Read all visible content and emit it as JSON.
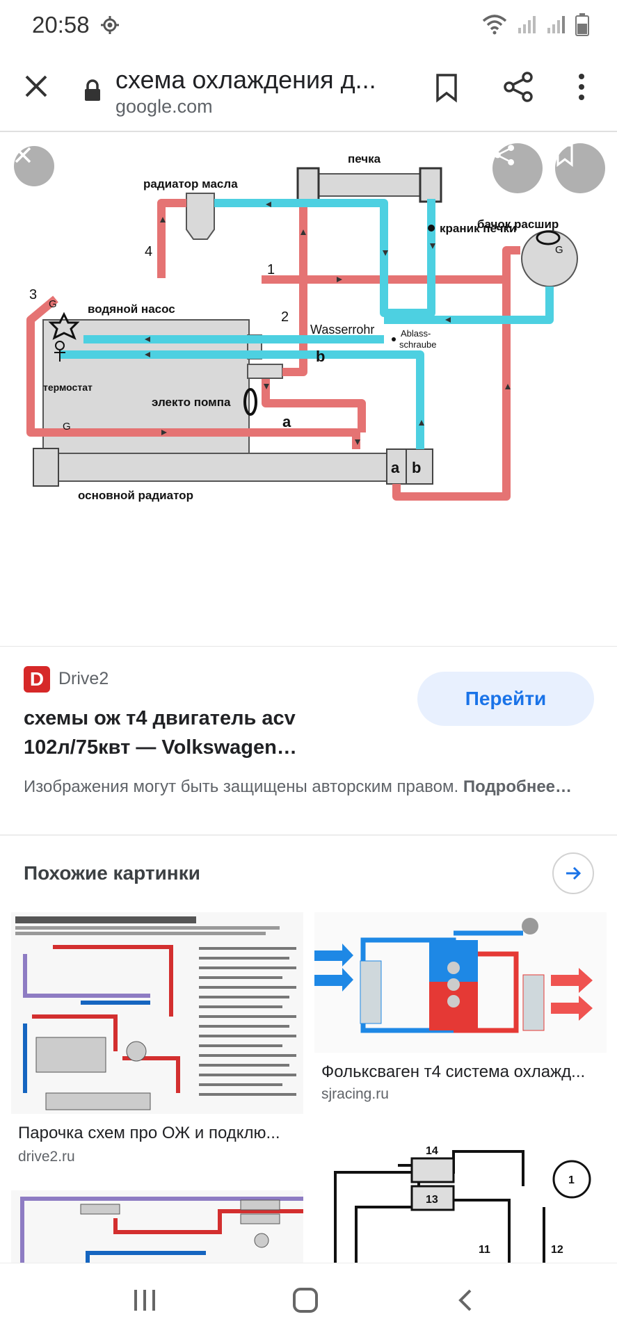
{
  "status": {
    "time": "20:58"
  },
  "browser": {
    "title": "схема охлаждения д...",
    "host": "google.com"
  },
  "diagram": {
    "labels": {
      "pechka": "печка",
      "radiator_masla": "радиатор масла",
      "kranik": "краник печки",
      "bachok": "бачок расшир",
      "num1": "1",
      "num2": "2",
      "num3": "3",
      "num4": "4",
      "vodyanoi": "водяной насос",
      "wasserrohr": "Wasserrohr",
      "ablass1": "Ablass-",
      "ablass2": "schraube",
      "termostat": "термостат",
      "pompa": "электо помпа",
      "b_mid": "b",
      "a_mid": "a",
      "g_top": "G",
      "g_left": "G",
      "g_tank": "G",
      "box_a": "a",
      "box_b": "b",
      "radiator": "основной радиатор"
    }
  },
  "result": {
    "source_logo": "D",
    "source_name": "Drive2",
    "goto_label": "Перейти",
    "title": "схемы ож т4 двигатель acv 102л/75квт — Volkswagen…",
    "copyright": "Изображения могут быть защищены авторским правом.",
    "more_label": "Подробнее…"
  },
  "similar": {
    "heading": "Похожие картинки",
    "cards": [
      {
        "title": "Парочка схем про ОЖ и подклю...",
        "host": "drive2.ru"
      },
      {
        "title": "Фольксваген т4 система охлажд...",
        "host": "sjracing.ru"
      }
    ]
  },
  "colors": {
    "hot": "#e57373",
    "cold": "#4dd0e1",
    "engine": "#d9d9d9",
    "accent": "#1a73e8"
  }
}
